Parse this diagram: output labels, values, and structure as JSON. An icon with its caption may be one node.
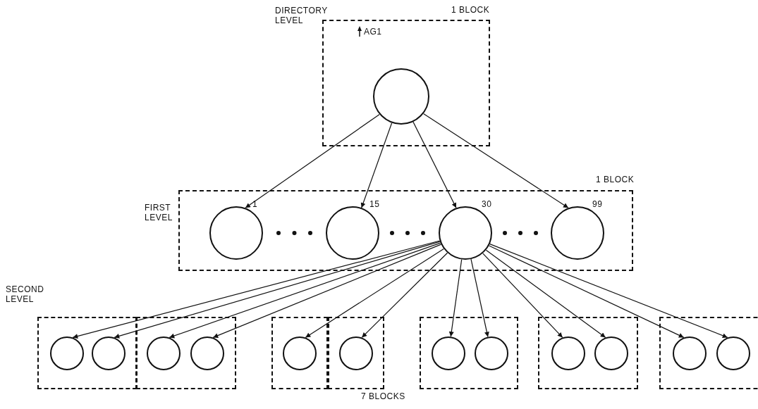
{
  "diagram": {
    "nodes": [
      {
        "text": [],
        "shape": "box",
        "beside": [
          "1 BLOCK"
        ]
      },
      {
        "text": [],
        "shape": "circle",
        "in": 0,
        "beside": [
          "AG1"
        ]
      },
      {
        "text": [],
        "shape": "box",
        "beside": [
          "1 BLOCK"
        ]
      },
      {
        "text": [],
        "shape": "circle",
        "in": 2,
        "beside": [
          "1"
        ]
      },
      {
        "text": [],
        "shape": "circle",
        "in": 2,
        "beside": [
          "15"
        ]
      },
      {
        "text": [],
        "shape": "circle",
        "in": 2,
        "beside": [
          "30"
        ]
      },
      {
        "text": [],
        "shape": "circle",
        "in": 2,
        "beside": [
          "99"
        ]
      },
      {
        "text": [],
        "shape": "box"
      },
      {
        "text": [],
        "shape": "circle",
        "in": 7
      },
      {
        "text": [],
        "shape": "circle",
        "in": 7
      },
      {
        "text": [],
        "shape": "box"
      },
      {
        "text": [],
        "shape": "circle",
        "in": 10
      },
      {
        "text": [],
        "shape": "circle",
        "in": 10
      },
      {
        "text": [],
        "shape": "box"
      },
      {
        "text": [],
        "shape": "circle",
        "in": 13
      },
      {
        "text": [],
        "shape": "box"
      },
      {
        "text": [],
        "shape": "circle",
        "in": 15
      },
      {
        "text": [],
        "shape": "box"
      },
      {
        "text": [],
        "shape": "circle",
        "in": 17
      },
      {
        "text": [],
        "shape": "circle",
        "in": 17
      },
      {
        "text": [],
        "shape": "box"
      },
      {
        "text": [],
        "shape": "circle",
        "in": 20
      },
      {
        "text": [],
        "shape": "circle",
        "in": 20
      },
      {
        "text": [],
        "shape": "box"
      },
      {
        "text": [],
        "shape": "circle",
        "in": 23
      },
      {
        "text": [],
        "shape": "circle",
        "in": 23
      }
    ],
    "edges": [
      {
        "from": 1,
        "to": 3,
        "arrow": "to"
      },
      {
        "from": 1,
        "to": 4,
        "arrow": "to"
      },
      {
        "from": 1,
        "to": 5,
        "arrow": "to"
      },
      {
        "from": 1,
        "to": 6,
        "arrow": "to"
      },
      {
        "from": 5,
        "to": 8,
        "arrow": "to"
      },
      {
        "from": 5,
        "to": 9,
        "arrow": "to"
      },
      {
        "from": 5,
        "to": 11,
        "arrow": "to"
      },
      {
        "from": 5,
        "to": 12,
        "arrow": "to"
      },
      {
        "from": 5,
        "to": 14,
        "arrow": "to"
      },
      {
        "from": 5,
        "to": 16,
        "arrow": "to"
      },
      {
        "from": 5,
        "to": 18,
        "arrow": "to"
      },
      {
        "from": 5,
        "to": 19,
        "arrow": "to"
      },
      {
        "from": 5,
        "to": 21,
        "arrow": "to"
      },
      {
        "from": 5,
        "to": 22,
        "arrow": "to"
      },
      {
        "from": 5,
        "to": 24,
        "arrow": "to"
      },
      {
        "from": 5,
        "to": 25,
        "arrow": "to"
      }
    ],
    "labels": [
      "DIRECTORY LEVEL",
      "FIRST LEVEL",
      "SECOND LEVEL",
      "7 BLOCKS"
    ]
  }
}
